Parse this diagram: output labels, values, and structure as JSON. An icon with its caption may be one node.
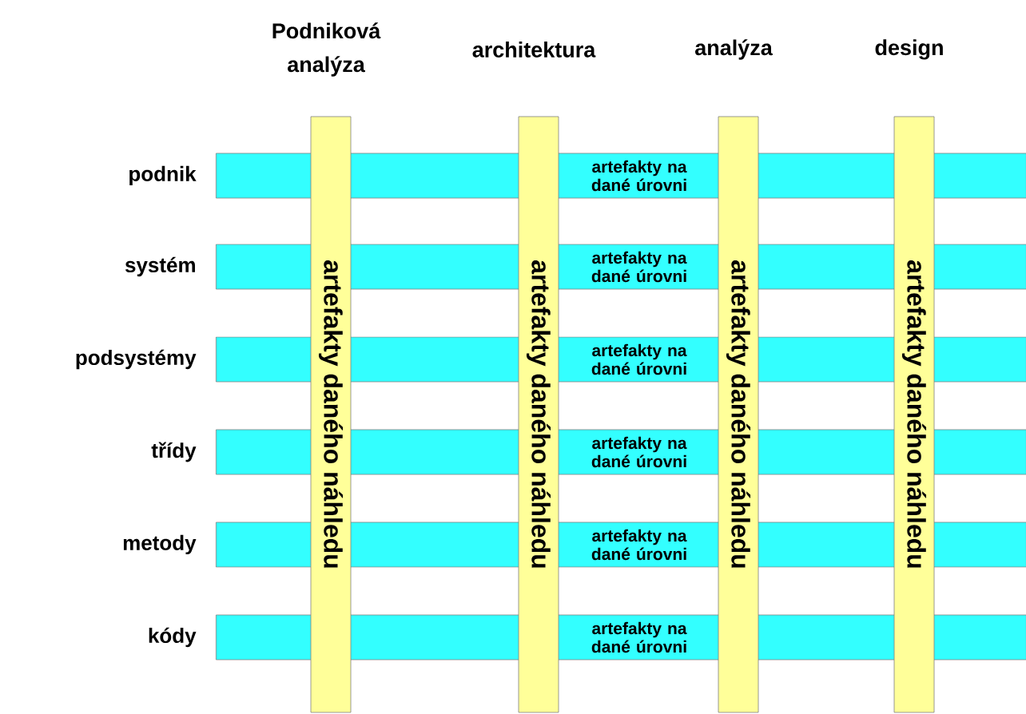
{
  "diagram": {
    "nodes": [
      {
        "text": [
          "Podniková analýza",
          "artefakty daného náhledu"
        ]
      },
      {
        "text": [
          "architektura",
          "artefakty daného náhledu"
        ]
      },
      {
        "text": [
          "analýza",
          "artefakty daného náhledu"
        ]
      },
      {
        "text": [
          "design",
          "artefakty daného náhledu"
        ]
      },
      {
        "text": [
          "podnik",
          "artefakty na dané úrovni"
        ]
      },
      {
        "text": [
          "systém",
          "artefakty na dané úrovni"
        ]
      },
      {
        "text": [
          "podsystémy",
          "artefakty na dané úrovni"
        ]
      },
      {
        "text": [
          "třídy",
          "artefakty na dané úrovni"
        ]
      },
      {
        "text": [
          "metody",
          "artefakty na dané úrovni"
        ]
      },
      {
        "text": [
          "kódy",
          "artefakty na dané úrovni"
        ]
      }
    ]
  }
}
